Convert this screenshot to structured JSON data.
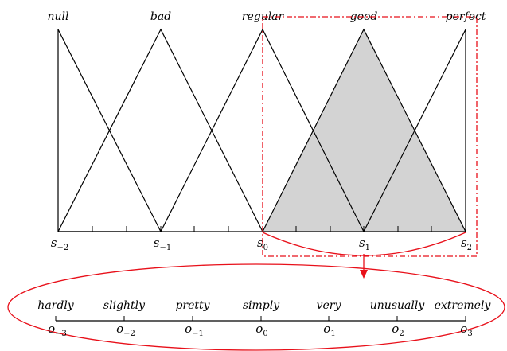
{
  "upper": {
    "terms": [
      "null",
      "bad",
      "regular",
      "good",
      "perfect"
    ],
    "labels": [
      {
        "base": "s",
        "sub": "−2"
      },
      {
        "base": "s",
        "sub": "−1"
      },
      {
        "base": "s",
        "sub": "0"
      },
      {
        "base": "s",
        "sub": "1"
      },
      {
        "base": "s",
        "sub": "2"
      }
    ],
    "highlighted_term": "good"
  },
  "lower": {
    "terms": [
      "hardly",
      "slightly",
      "pretty",
      "simply",
      "very",
      "unusually",
      "extremely"
    ],
    "labels": [
      {
        "base": "o",
        "sub": "−3"
      },
      {
        "base": "o",
        "sub": "−2"
      },
      {
        "base": "o",
        "sub": "−1"
      },
      {
        "base": "o",
        "sub": "0"
      },
      {
        "base": "o",
        "sub": "1"
      },
      {
        "base": "o",
        "sub": "2"
      },
      {
        "base": "o",
        "sub": "3"
      }
    ]
  },
  "colors": {
    "highlight_fill": "#d3d3d3",
    "accent_red": "#e8101a",
    "line": "#000000"
  }
}
